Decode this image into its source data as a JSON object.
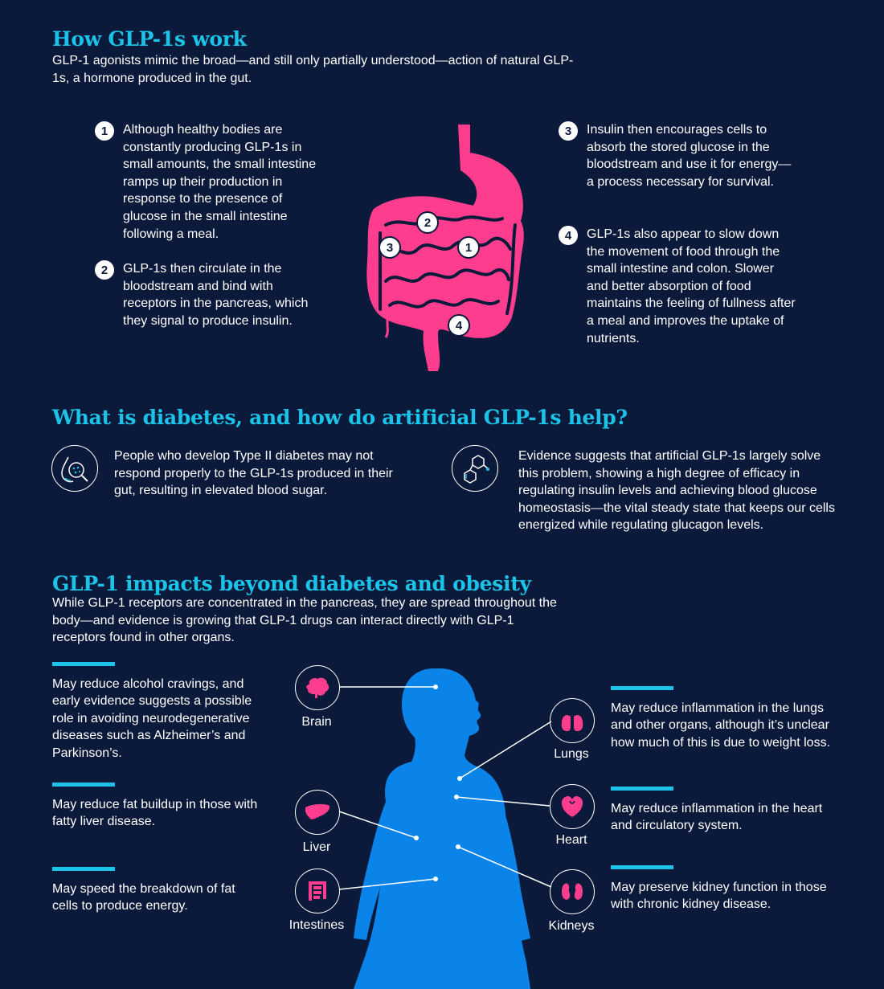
{
  "section1": {
    "title": "How GLP-1s work",
    "intro": "GLP-1 agonists mimic the broad—and still only partially understood—action of natural GLP-1s, a hormone produced in the gut.",
    "steps": [
      {
        "num": "1",
        "text": "Although healthy bodies are constantly producing GLP-1s in small amounts, the small intestine ramps up their production in response to the presence of glucose in the small intestine following a meal."
      },
      {
        "num": "2",
        "text": "GLP-1s then circulate in the bloodstream and bind with receptors in the pancreas, which they signal to produce insulin."
      },
      {
        "num": "3",
        "text": "Insulin then encourages cells to absorb the stored glucose in the bloodstream and use it for energy—a process necessary for survival."
      },
      {
        "num": "4",
        "text": "GLP-1s also appear to slow down the movement of food through the small intestine and colon. Slower and better absorption of food maintains the feeling of fullness after a meal and improves the uptake of nutrients."
      }
    ],
    "markers": [
      "2",
      "3",
      "1",
      "4"
    ]
  },
  "section2": {
    "title": "What is diabetes, and how do artificial GLP-1s help?",
    "left": "People who develop Type II diabetes may not respond properly to the GLP-1s produced in their gut, resulting in elevated blood sugar.",
    "right": "Evidence suggests that artificial GLP-1s largely solve this problem, showing a high degree of efficacy in regulating insulin levels and achieving blood glucose homeostasis—the vital steady state that keeps our cells energized while regulating glucagon levels."
  },
  "section3": {
    "title": "GLP-1 impacts beyond diabetes and obesity",
    "intro": "While GLP-1 receptors are concentrated in the pancreas, they are spread throughout the body—and evidence is growing that GLP-1 drugs can interact directly with GLP-1 receptors found in other organs.",
    "organs": {
      "brain": "Brain",
      "liver": "Liver",
      "intestines": "Intestines",
      "lungs": "Lungs",
      "heart": "Heart",
      "kidneys": "Kidneys"
    },
    "impacts": {
      "brain": "May reduce alcohol cravings, and early evidence suggests a possible role in avoiding neurodegenerative diseases such as Alzheimer’s and Parkinson’s.",
      "liver": "May reduce fat buildup in those with fatty liver disease.",
      "intestines": "May speed the breakdown of fat cells to produce energy.",
      "lungs": "May reduce inflammation in the lungs and other organs, although it’s unclear how much of this is due to weight loss.",
      "heart": "May reduce inflammation in the heart and circulatory system.",
      "kidneys": "May preserve kidney function in those with chronic kidney disease."
    }
  },
  "colors": {
    "background": "#0b1a3a",
    "accent": "#1cc3e8",
    "digestive": "#ff3d8e",
    "body": "#0a84e8"
  },
  "icons": [
    "blood-drop-magnifier-icon",
    "molecule-icon",
    "brain-icon",
    "liver-icon",
    "intestines-icon",
    "lungs-icon",
    "heart-icon",
    "kidneys-icon"
  ]
}
